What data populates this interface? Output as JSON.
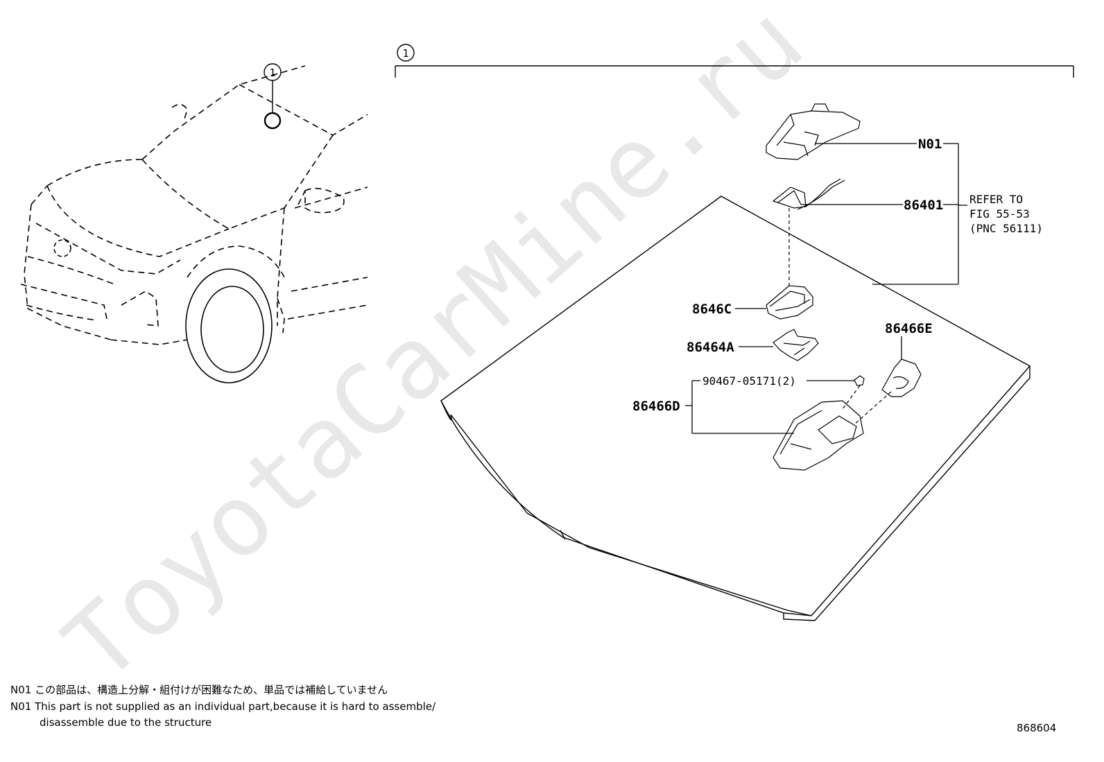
{
  "watermark": "ToyotaCarMine.ru",
  "callout_number": "1",
  "labels": {
    "n01": "N01",
    "p86401": "86401",
    "p8646c": "8646C",
    "p86464a": "86464A",
    "p86466e": "86466E",
    "p90467": "90467-05171(2)",
    "p86466d": "86466D",
    "refer_line1": "REFER TO",
    "refer_line2": "FIG 55-53",
    "refer_line3": "(PNC 56111)"
  },
  "notes": {
    "jp_code": "N01",
    "jp_text": "この部品は、構造上分解・組付けが困難なため、単品では補給していません",
    "en_code": "N01",
    "en_line1": "This part is not supplied as an individual part,because it is hard to assemble/",
    "en_line2": "disassemble due to the structure"
  },
  "figure_number": "868604",
  "colors": {
    "ink": "#000000",
    "watermark": "#e6e6e6"
  }
}
